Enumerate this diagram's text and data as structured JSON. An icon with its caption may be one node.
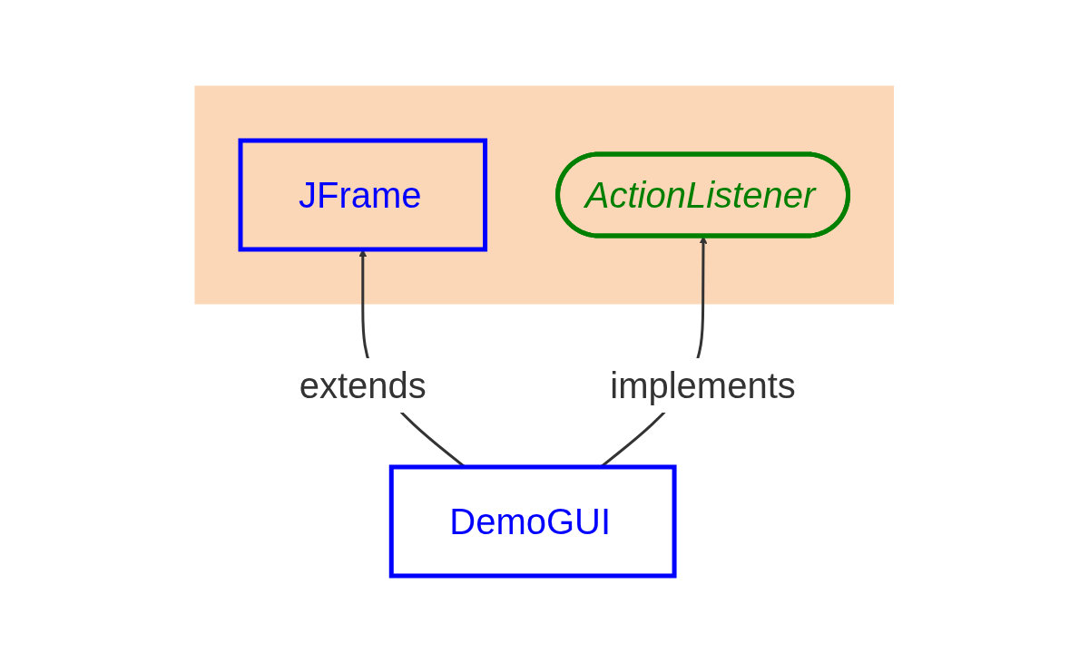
{
  "diagram": {
    "nodes": [
      {
        "text": [],
        "shape": "band"
      },
      {
        "text": [
          "JFrame"
        ],
        "in": 0
      },
      {
        "text": [
          "ActionListener"
        ],
        "in": 0
      },
      {
        "text": [
          "DemoGUI"
        ]
      }
    ],
    "edges": [
      {
        "from": 3,
        "to": 1,
        "arrow": "to",
        "label": "extends"
      },
      {
        "from": 3,
        "to": 2,
        "arrow": "to",
        "label": "implements"
      }
    ]
  }
}
